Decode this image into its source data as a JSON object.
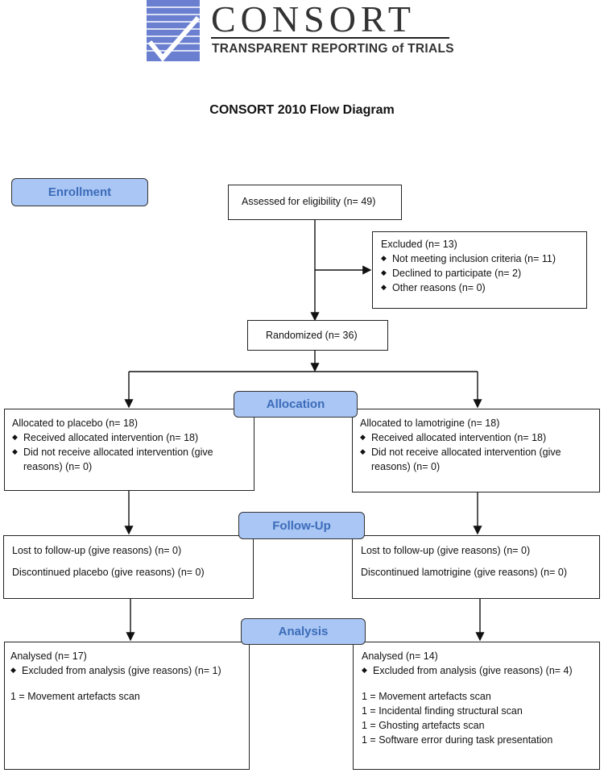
{
  "logo": {
    "wordmark": "CONSORT",
    "tagline": "TRANSPARENT REPORTING of TRIALS",
    "icon": "check-mark-icon",
    "colors": {
      "mark": "#6a7fd0",
      "text": "#333333"
    }
  },
  "title": "CONSORT 2010 Flow Diagram",
  "stages": {
    "enrollment": "Enrollment",
    "allocation": "Allocation",
    "followup": "Follow-Up",
    "analysis": "Analysis",
    "color": "#a9c6f5"
  },
  "assessed": "Assessed for eligibility (n= 49)",
  "excluded": {
    "header": "Excluded (n= 13)",
    "items": [
      "Not meeting inclusion criteria (n= 11)",
      "Declined to participate (n= 2)",
      "Other reasons (n= 0)"
    ]
  },
  "randomized": "Randomized (n= 36)",
  "allocated": {
    "left": {
      "header": "Allocated to placebo (n= 18)",
      "received": "Received allocated intervention (n= 18)",
      "not_received": "Did not receive allocated intervention (give reasons) (n= 0)"
    },
    "right": {
      "header": "Allocated to lamotrigine (n= 18)",
      "received": "Received allocated intervention (n= 18)",
      "not_received": "Did not receive allocated intervention (give reasons) (n= 0)"
    }
  },
  "followup": {
    "left": {
      "lost": "Lost to follow-up (give reasons) (n= 0)",
      "discontinued": "Discontinued placebo (give reasons) (n= 0)"
    },
    "right": {
      "lost": "Lost to follow-up (give reasons) (n= 0)",
      "discontinued": "Discontinued lamotrigine (give reasons) (n= 0)"
    }
  },
  "analysis": {
    "left": {
      "analysed": "Analysed (n= 17)",
      "excluded": "Excluded from analysis (give reasons) (n= 1)",
      "reasons": [
        "1 = Movement artefacts scan"
      ]
    },
    "right": {
      "analysed": "Analysed (n= 14)",
      "excluded": "Excluded from analysis (give reasons) (n= 4)",
      "reasons": [
        "1 = Movement artefacts scan",
        "1 = Incidental finding structural scan",
        "1 = Ghosting artefacts scan",
        "1 = Software error during task presentation"
      ]
    }
  }
}
